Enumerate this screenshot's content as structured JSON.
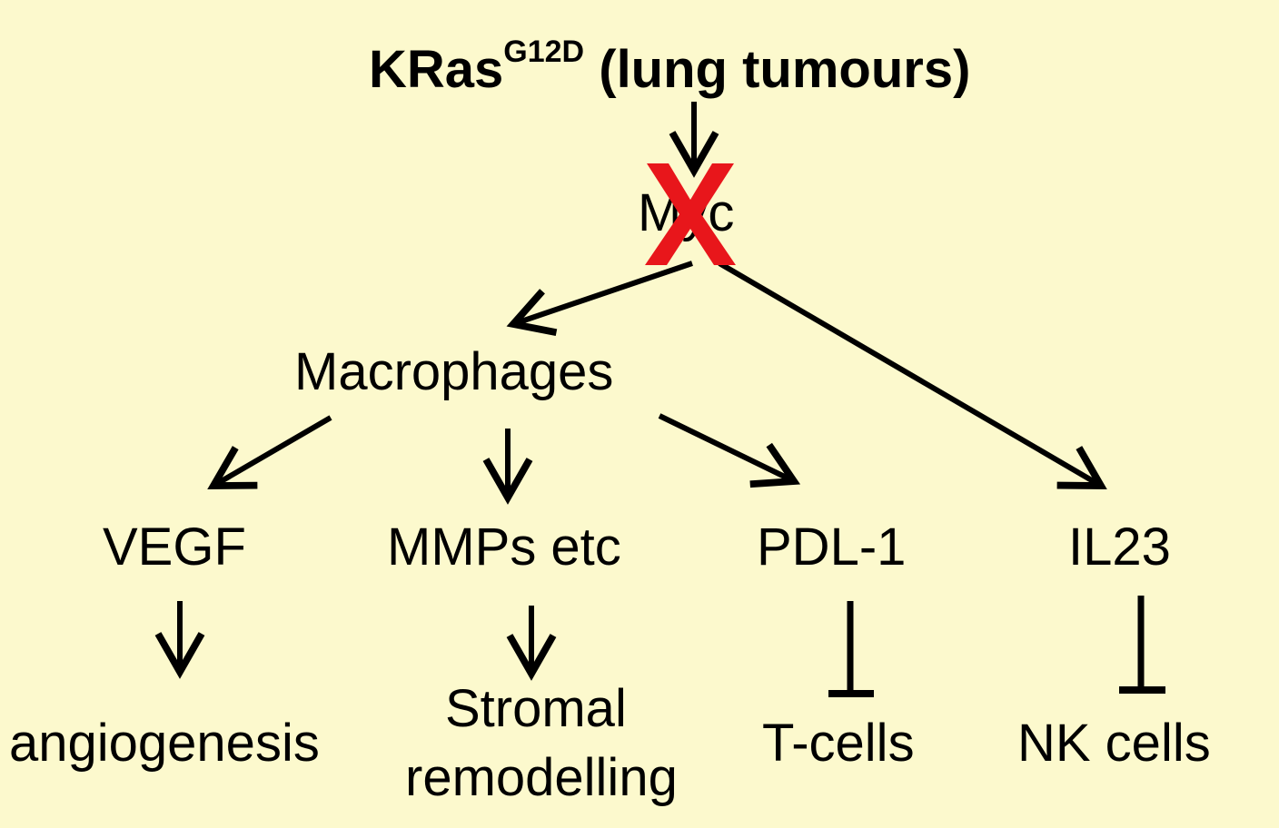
{
  "title": {
    "gene": "KRas",
    "mutation": "G12D",
    "context": "(lung tumours)"
  },
  "nodes": {
    "myc": "Myc",
    "macrophages": "Macrophages",
    "vegf": "VEGF",
    "mmps": "MMPs etc",
    "pdl1": "PDL-1",
    "il23": "IL23",
    "angiogenesis": "angiogenesis",
    "stromal_line1": "Stromal",
    "stromal_line2": "remodelling",
    "tcells": "T-cells",
    "nkcells": "NK cells"
  },
  "colors": {
    "background": "#fcf9cd",
    "lines": "#000000",
    "cross": "#e8161b"
  },
  "symbols": {
    "blocked_marker": "red-x-cross",
    "activation": "arrow",
    "inhibition": "t-bar"
  }
}
